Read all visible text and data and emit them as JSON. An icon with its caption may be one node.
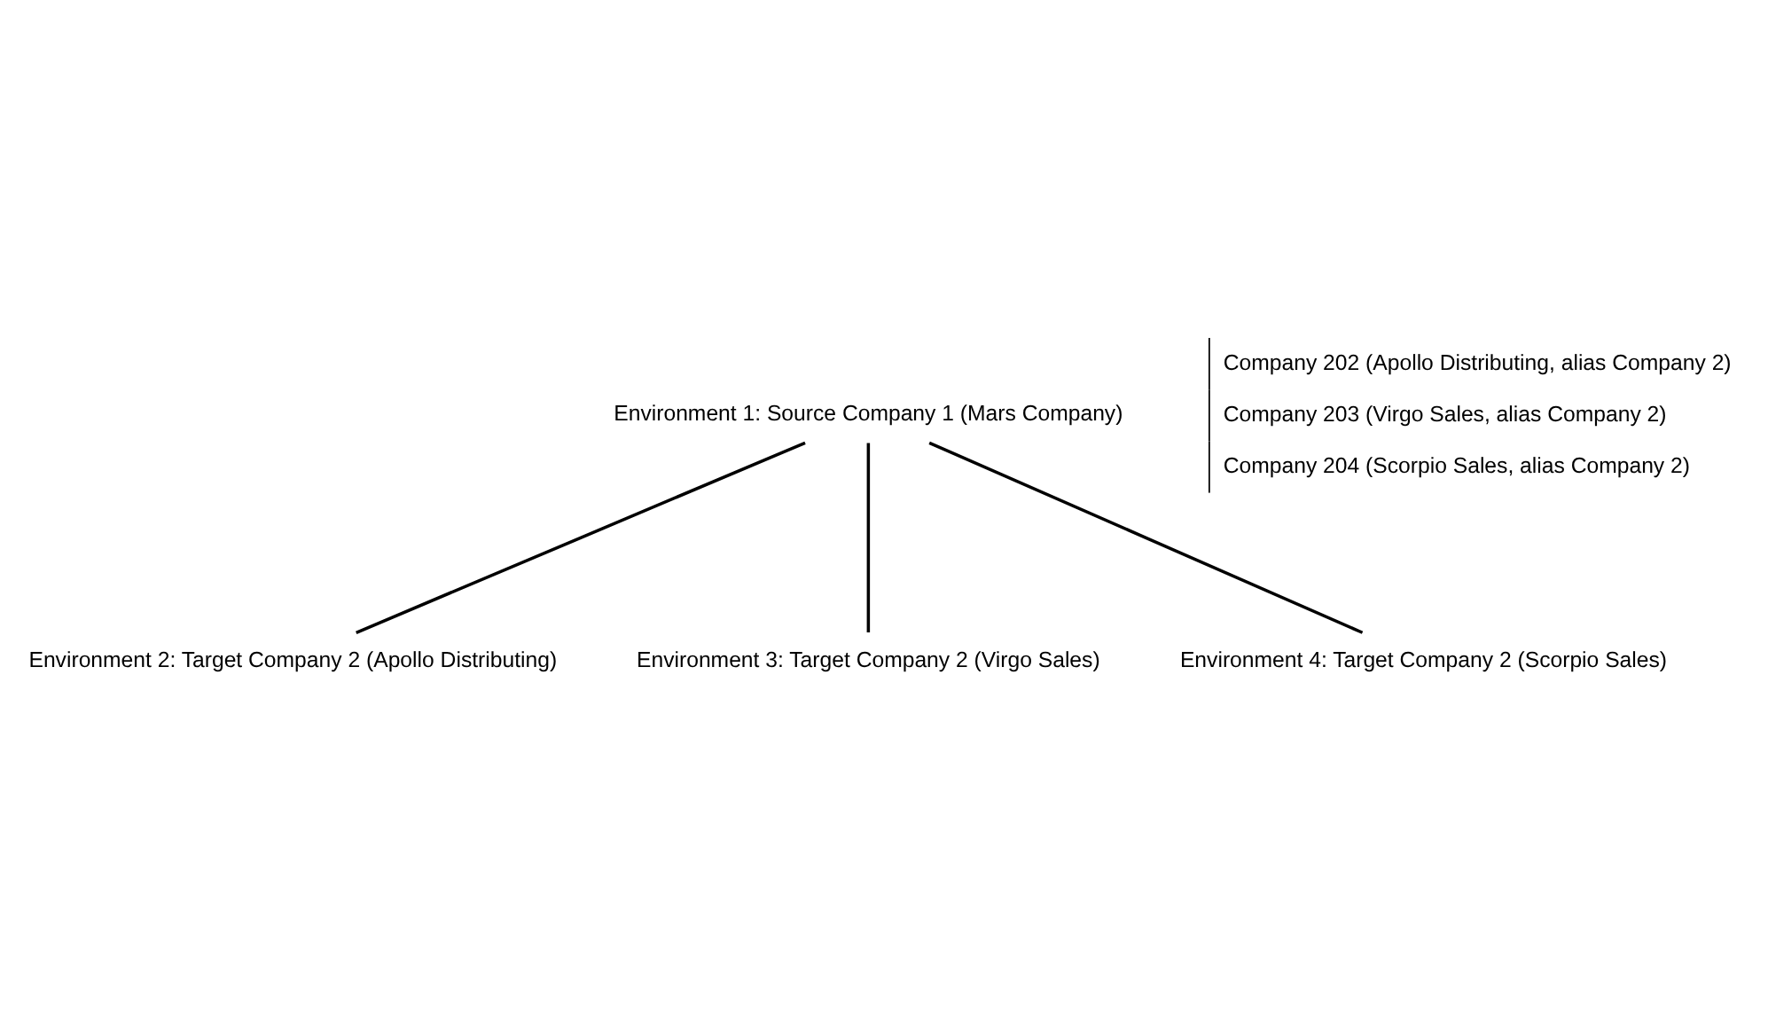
{
  "diagram": {
    "nodes": [
      {
        "text": [
          "Environment 1: Source Company 1 (Mars Company)"
        ]
      },
      {
        "text": [
          "Environment 2: Target Company 2 (Apollo Distributing)"
        ]
      },
      {
        "text": [
          "Environment 3: Target Company 2 (Virgo Sales)"
        ]
      },
      {
        "text": [
          "Environment 4: Target Company 2 (Scorpio Sales)"
        ]
      }
    ],
    "edges": [
      {
        "from": 0,
        "to": 1,
        "arrow": "none"
      },
      {
        "from": 0,
        "to": 2,
        "arrow": "none"
      },
      {
        "from": 0,
        "to": 3,
        "arrow": "none"
      }
    ],
    "labels": [
      "Company 202 (Apollo Distributing, alias Company 2)",
      "Company 203 (Virgo Sales, alias Company 2)",
      "Company 204 (Scorpio Sales, alias Company 2)"
    ]
  }
}
